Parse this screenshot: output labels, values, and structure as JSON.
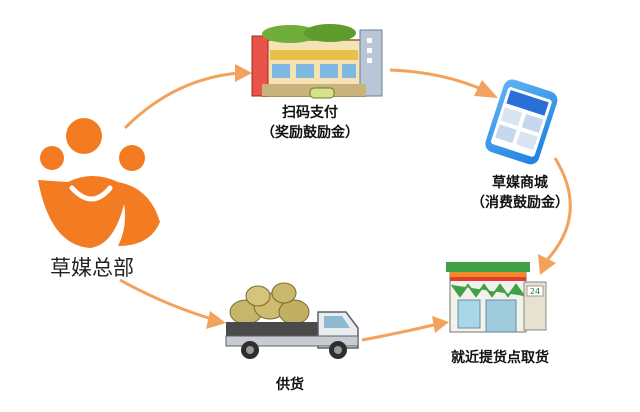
{
  "diagram": {
    "colors": {
      "arrow": "#F2A25C",
      "logo": "#F37B22",
      "text": "#111111"
    },
    "nodes": [
      {
        "id": "hq",
        "label": "草媒总部",
        "sublabel": "",
        "icon": "people-logo-icon"
      },
      {
        "id": "scan",
        "label": "扫码支付",
        "sublabel": "（奖励鼓励金）",
        "icon": "shop-building-icon"
      },
      {
        "id": "mall",
        "label": "草媒商城",
        "sublabel": "（消费鼓励金）",
        "icon": "smartphone-icon"
      },
      {
        "id": "store",
        "label": "就近提货点取货",
        "sublabel": "",
        "icon": "convenience-store-icon"
      },
      {
        "id": "supply",
        "label": "供货",
        "sublabel": "",
        "icon": "delivery-truck-icon"
      }
    ],
    "store_badge": "24"
  }
}
